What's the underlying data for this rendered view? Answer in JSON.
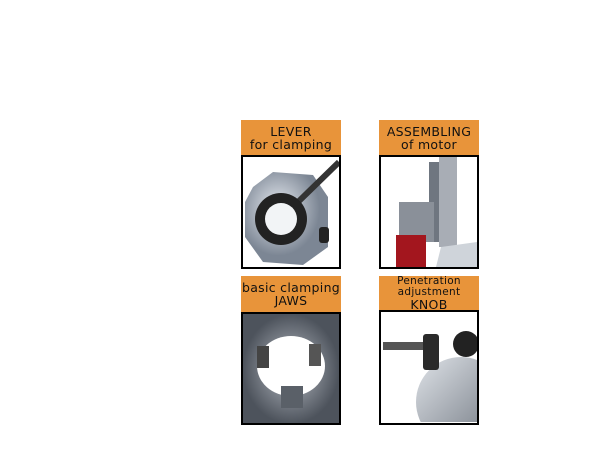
{
  "cards": [
    {
      "line1": "LEVER",
      "line2": "for clamping",
      "image": "lever-for-clamping-photo"
    },
    {
      "line1": "ASSEMBLING",
      "line2": "of motor",
      "image": "assembling-of-motor-photo"
    },
    {
      "line1": "basic clamping",
      "line2": "JAWS",
      "image": "basic-clamping-jaws-photo"
    },
    {
      "line1": "Penetration",
      "line2": "adjustment",
      "line3": "KNOB",
      "image": "penetration-adjustment-knob-photo"
    }
  ],
  "colors": {
    "label_bg": "#E8943A",
    "border": "#000000"
  }
}
